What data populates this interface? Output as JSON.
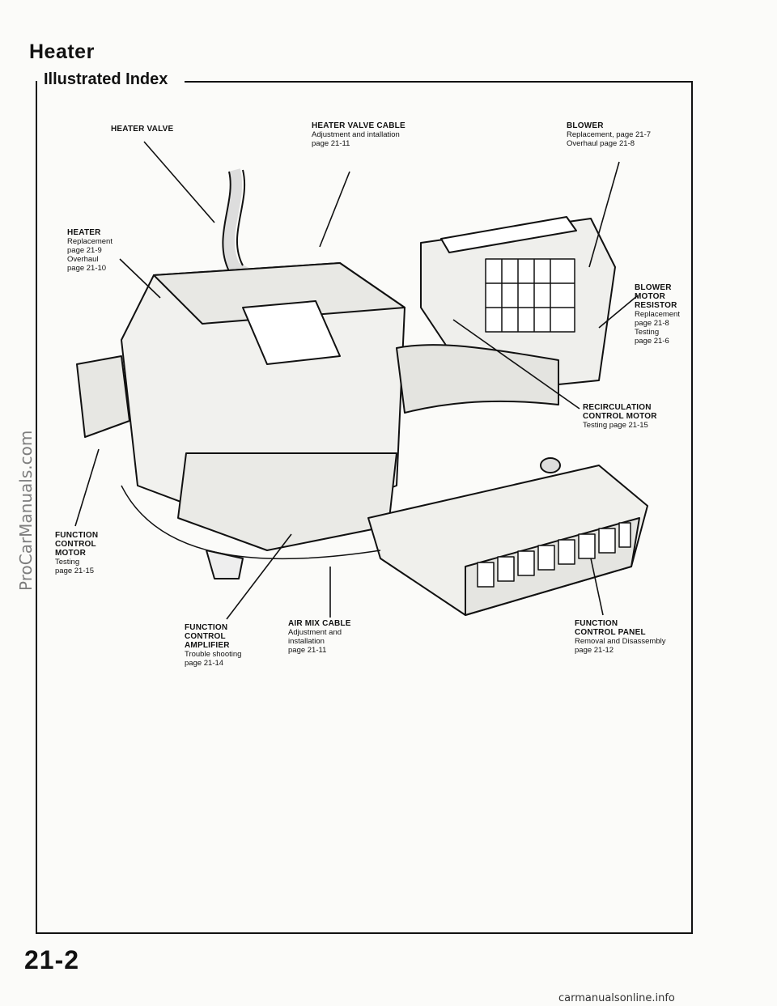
{
  "header": {
    "section_title": "Heater",
    "index_title": "Illustrated Index"
  },
  "callouts": {
    "heater_valve": {
      "title": "HEATER VALVE"
    },
    "heater_valve_cable": {
      "title": "HEATER VALVE CABLE",
      "lines": [
        "Adjustment and intallation",
        "page 21-11"
      ]
    },
    "blower": {
      "title": "BLOWER",
      "lines": [
        "Replacement, page 21-7",
        "Overhaul page 21-8"
      ]
    },
    "heater": {
      "title": "HEATER",
      "lines": [
        "Replacement",
        "page 21-9",
        "Overhaul",
        "page 21-10"
      ]
    },
    "blower_motor_resistor": {
      "title_lines": [
        "BLOWER",
        "MOTOR",
        "RESISTOR"
      ],
      "lines": [
        "Replacement",
        "page 21-8",
        "Testing",
        "page 21-6"
      ]
    },
    "recirculation_control_motor": {
      "title_lines": [
        "RECIRCULATION",
        "CONTROL MOTOR"
      ],
      "lines": [
        "Testing page 21-15"
      ]
    },
    "function_control_motor": {
      "title_lines": [
        "FUNCTION",
        "CONTROL",
        "MOTOR"
      ],
      "lines": [
        "Testing",
        "page 21-15"
      ]
    },
    "function_control_amplifier": {
      "title_lines": [
        "FUNCTION",
        "CONTROL",
        "AMPLIFIER"
      ],
      "lines": [
        "Trouble shooting",
        "page 21-14"
      ]
    },
    "air_mix_cable": {
      "title": "AIR MIX CABLE",
      "lines": [
        "Adjustment and",
        "installation",
        "page 21-11"
      ]
    },
    "function_control_panel": {
      "title_lines": [
        "FUNCTION",
        "CONTROL PANEL"
      ],
      "lines": [
        "Removal and Disassembly",
        "page 21-12"
      ]
    }
  },
  "footer": {
    "page_number": "21-2",
    "side_watermark": "ProCarManuals.com",
    "footer_watermark": "carmanualsonline.info"
  }
}
